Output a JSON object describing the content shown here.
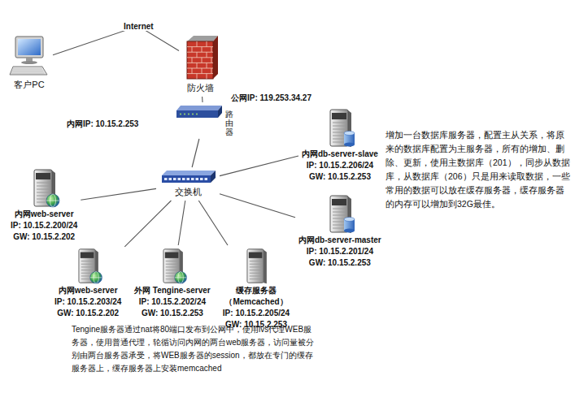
{
  "diagram": {
    "nodes": [
      {
        "text": [
          "客户PC"
        ]
      },
      {
        "text": [
          "防火墙"
        ]
      },
      {
        "text": [
          "路由器"
        ]
      },
      {
        "text": [
          "交换机"
        ]
      },
      {
        "text": [
          "内网db-server-slave",
          "IP: 10.15.2.206/24",
          "GW: 10.15.2.253"
        ]
      },
      {
        "text": [
          "内网web-server",
          "IP: 10.15.2.200/24",
          "GW: 10.15.2.202"
        ]
      },
      {
        "text": [
          "内网db-server-master",
          "IP: 10.15.2.201/24",
          "GW: 10.15.2.253"
        ]
      },
      {
        "text": [
          "内网web-server",
          "IP: 10.15.2.203/24",
          "GW: 10.15.2.202"
        ]
      },
      {
        "text": [
          "外网 Tengine-server",
          "IP: 10.15.2.202/24",
          "GW: 10.15.2.253"
        ]
      },
      {
        "text": [
          "缓存服务器 （Memcached）",
          "IP: 10.15.2.205/24",
          "GW: 10.15.2.253"
        ]
      }
    ],
    "edges": [
      {
        "from": 0,
        "to": 1,
        "label": "Internet",
        "arrow": "none"
      },
      {
        "from": 1,
        "to": 2,
        "arrow": "none"
      },
      {
        "from": 2,
        "to": 3,
        "arrow": "none"
      },
      {
        "from": 3,
        "to": 4,
        "arrow": "none"
      },
      {
        "from": 3,
        "to": 5,
        "arrow": "none"
      },
      {
        "from": 3,
        "to": 6,
        "arrow": "none"
      },
      {
        "from": 3,
        "to": 7,
        "arrow": "none"
      },
      {
        "from": 3,
        "to": 8,
        "arrow": "none"
      },
      {
        "from": 3,
        "to": 9,
        "arrow": "none"
      }
    ],
    "labels": [
      "公网IP: 119.253.34.27",
      "内网IP: 10.15.2.253",
      "增加一台数据库服务器，配置主从关系，将原来的数据库配置为主服务器，所有的增加、删除、更新，使用主数据库（201），同步从数据库，从数据库（206）只是用来读取数据，一些常用的数据可以放在缓存服务器，缓存服务器的内存可以增加到32G最佳。",
      "Tengine服务器通过nat将80端口发布到公网中，使用lvs代理WEB服务器，使用普通代理，轮循访问内网的两台web服务器，访问量被分别由两台服务器承受，将WEB服务器的session，都放在专门的缓存服务器上，缓存服务器上安装memcached"
    ]
  }
}
